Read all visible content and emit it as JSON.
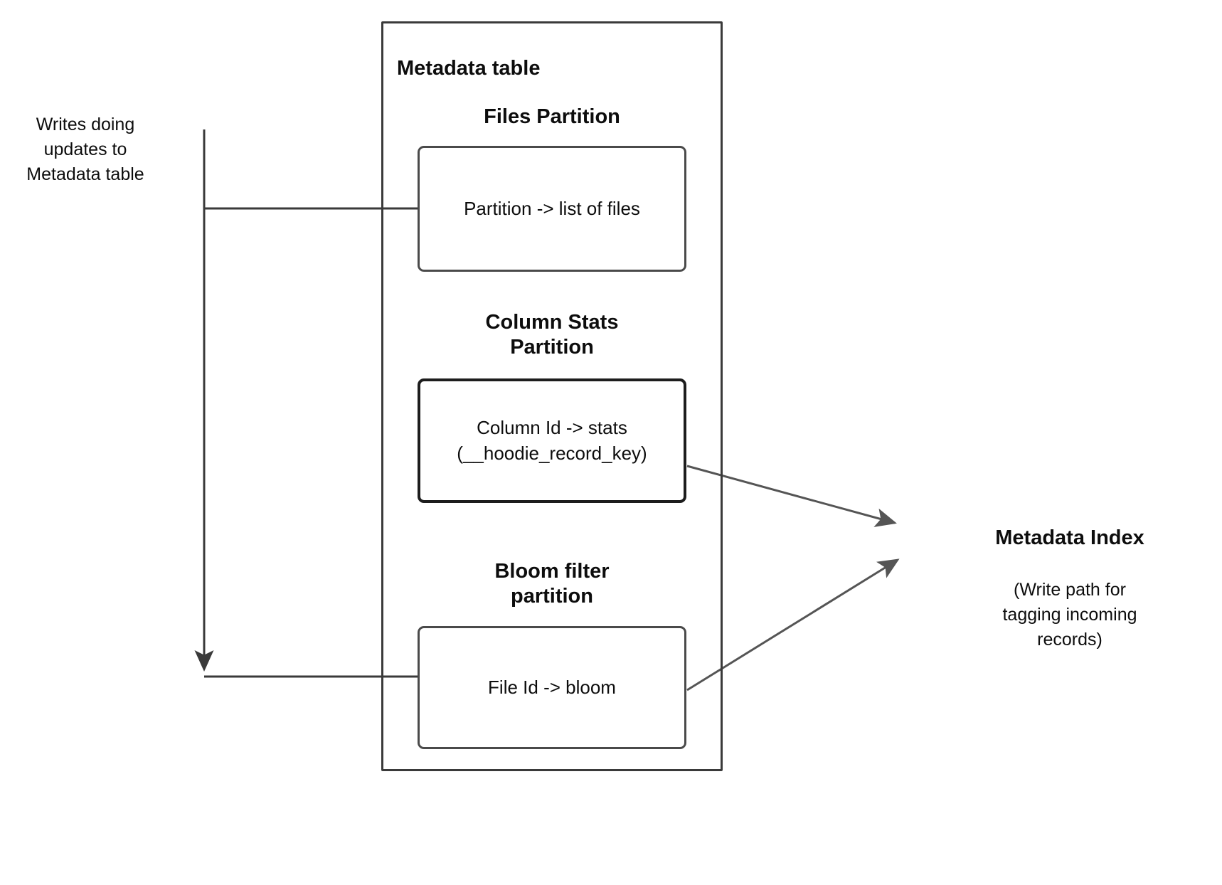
{
  "diagram": {
    "title": "Metadata table",
    "background": "#ffffff",
    "stroke_color": "#3a3a3a",
    "box_stroke_color": "#4a4a4a",
    "emphasis_stroke_color": "#1d1d1d",
    "arrow_color": "#555555",
    "text_color": "#0d0d0d"
  },
  "labels": {
    "writes": "Writes doing\nupdates to\nMetadata table",
    "metadata_index_title": "Metadata Index",
    "metadata_index_caption": "(Write path for\ntagging incoming\nrecords)"
  },
  "partitions": [
    {
      "heading": "Files Partition",
      "box_text": "Partition -> list of files",
      "emphasis": false
    },
    {
      "heading": "Column Stats\nPartition",
      "box_text": "Column Id  -> stats\n(__hoodie_record_key)",
      "emphasis": true
    },
    {
      "heading": "Bloom filter\npartition",
      "box_text": "File Id -> bloom",
      "emphasis": false
    }
  ],
  "connectors": [
    {
      "name": "writes-to-files-partition",
      "kind": "elbow",
      "arrowhead": false
    },
    {
      "name": "writes-to-bloom-partition",
      "kind": "elbow",
      "arrowhead": true
    },
    {
      "name": "column-stats-to-metadata-index",
      "kind": "diagonal",
      "arrowhead": true
    },
    {
      "name": "bloom-to-metadata-index",
      "kind": "diagonal",
      "arrowhead": true
    }
  ]
}
